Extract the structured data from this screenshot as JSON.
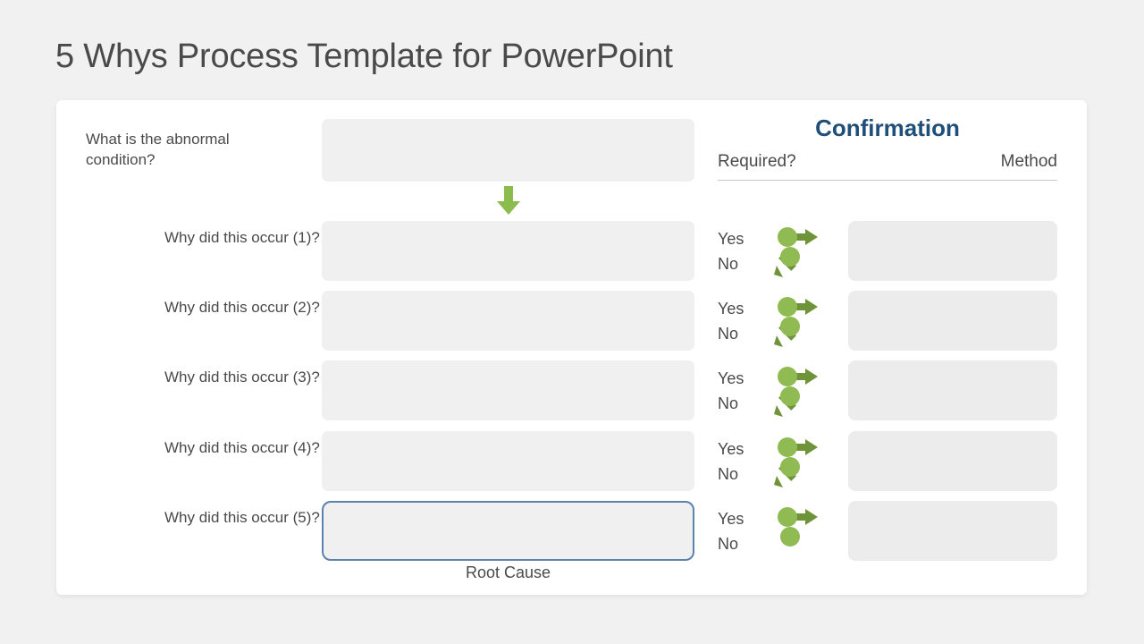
{
  "page": {
    "title": "5 Whys Process Template for PowerPoint",
    "background_color": "#f1f1f1",
    "card_background": "#ffffff"
  },
  "colors": {
    "accent_blue": "#1f4e79",
    "root_border_blue": "#5b83ad",
    "circle_green": "#8fbb52",
    "arrow_green": "#6f9339",
    "down_arrow_green": "#8cbb4e",
    "text_gray": "#4a4a4a",
    "box_gray": "#f0f0f0",
    "method_box_gray": "#ececec"
  },
  "left_column": {
    "abnormal_label": "What is the abnormal condition?",
    "root_cause_caption": "Root Cause"
  },
  "confirmation": {
    "title": "Confirmation",
    "required_label": "Required?",
    "method_label": "Method"
  },
  "rows": [
    {
      "label": "Why did this occur (1)?",
      "answer_value": "",
      "yes_label": "Yes",
      "no_label": "No",
      "yes_icon": "circle-arrow-right-icon",
      "no_icon": "circle-arrow-downleft-icon",
      "method_value": "",
      "is_root_cause": false
    },
    {
      "label": "Why did this occur (2)?",
      "answer_value": "",
      "yes_label": "Yes",
      "no_label": "No",
      "yes_icon": "circle-arrow-right-icon",
      "no_icon": "circle-arrow-downleft-icon",
      "method_value": "",
      "is_root_cause": false
    },
    {
      "label": "Why did this occur (3)?",
      "answer_value": "",
      "yes_label": "Yes",
      "no_label": "No",
      "yes_icon": "circle-arrow-right-icon",
      "no_icon": "circle-arrow-downleft-icon",
      "method_value": "",
      "is_root_cause": false
    },
    {
      "label": "Why did this occur (4)?",
      "answer_value": "",
      "yes_label": "Yes",
      "no_label": "No",
      "yes_icon": "circle-arrow-right-icon",
      "no_icon": "circle-arrow-downleft-icon",
      "method_value": "",
      "is_root_cause": false
    },
    {
      "label": "Why did this occur (5)?",
      "answer_value": "",
      "yes_label": "Yes",
      "no_label": "No",
      "yes_icon": "circle-arrow-right-icon",
      "no_icon": "circle-plain-icon",
      "method_value": "",
      "is_root_cause": true
    }
  ],
  "icons": {
    "flow_arrow": "arrow-down-icon"
  }
}
